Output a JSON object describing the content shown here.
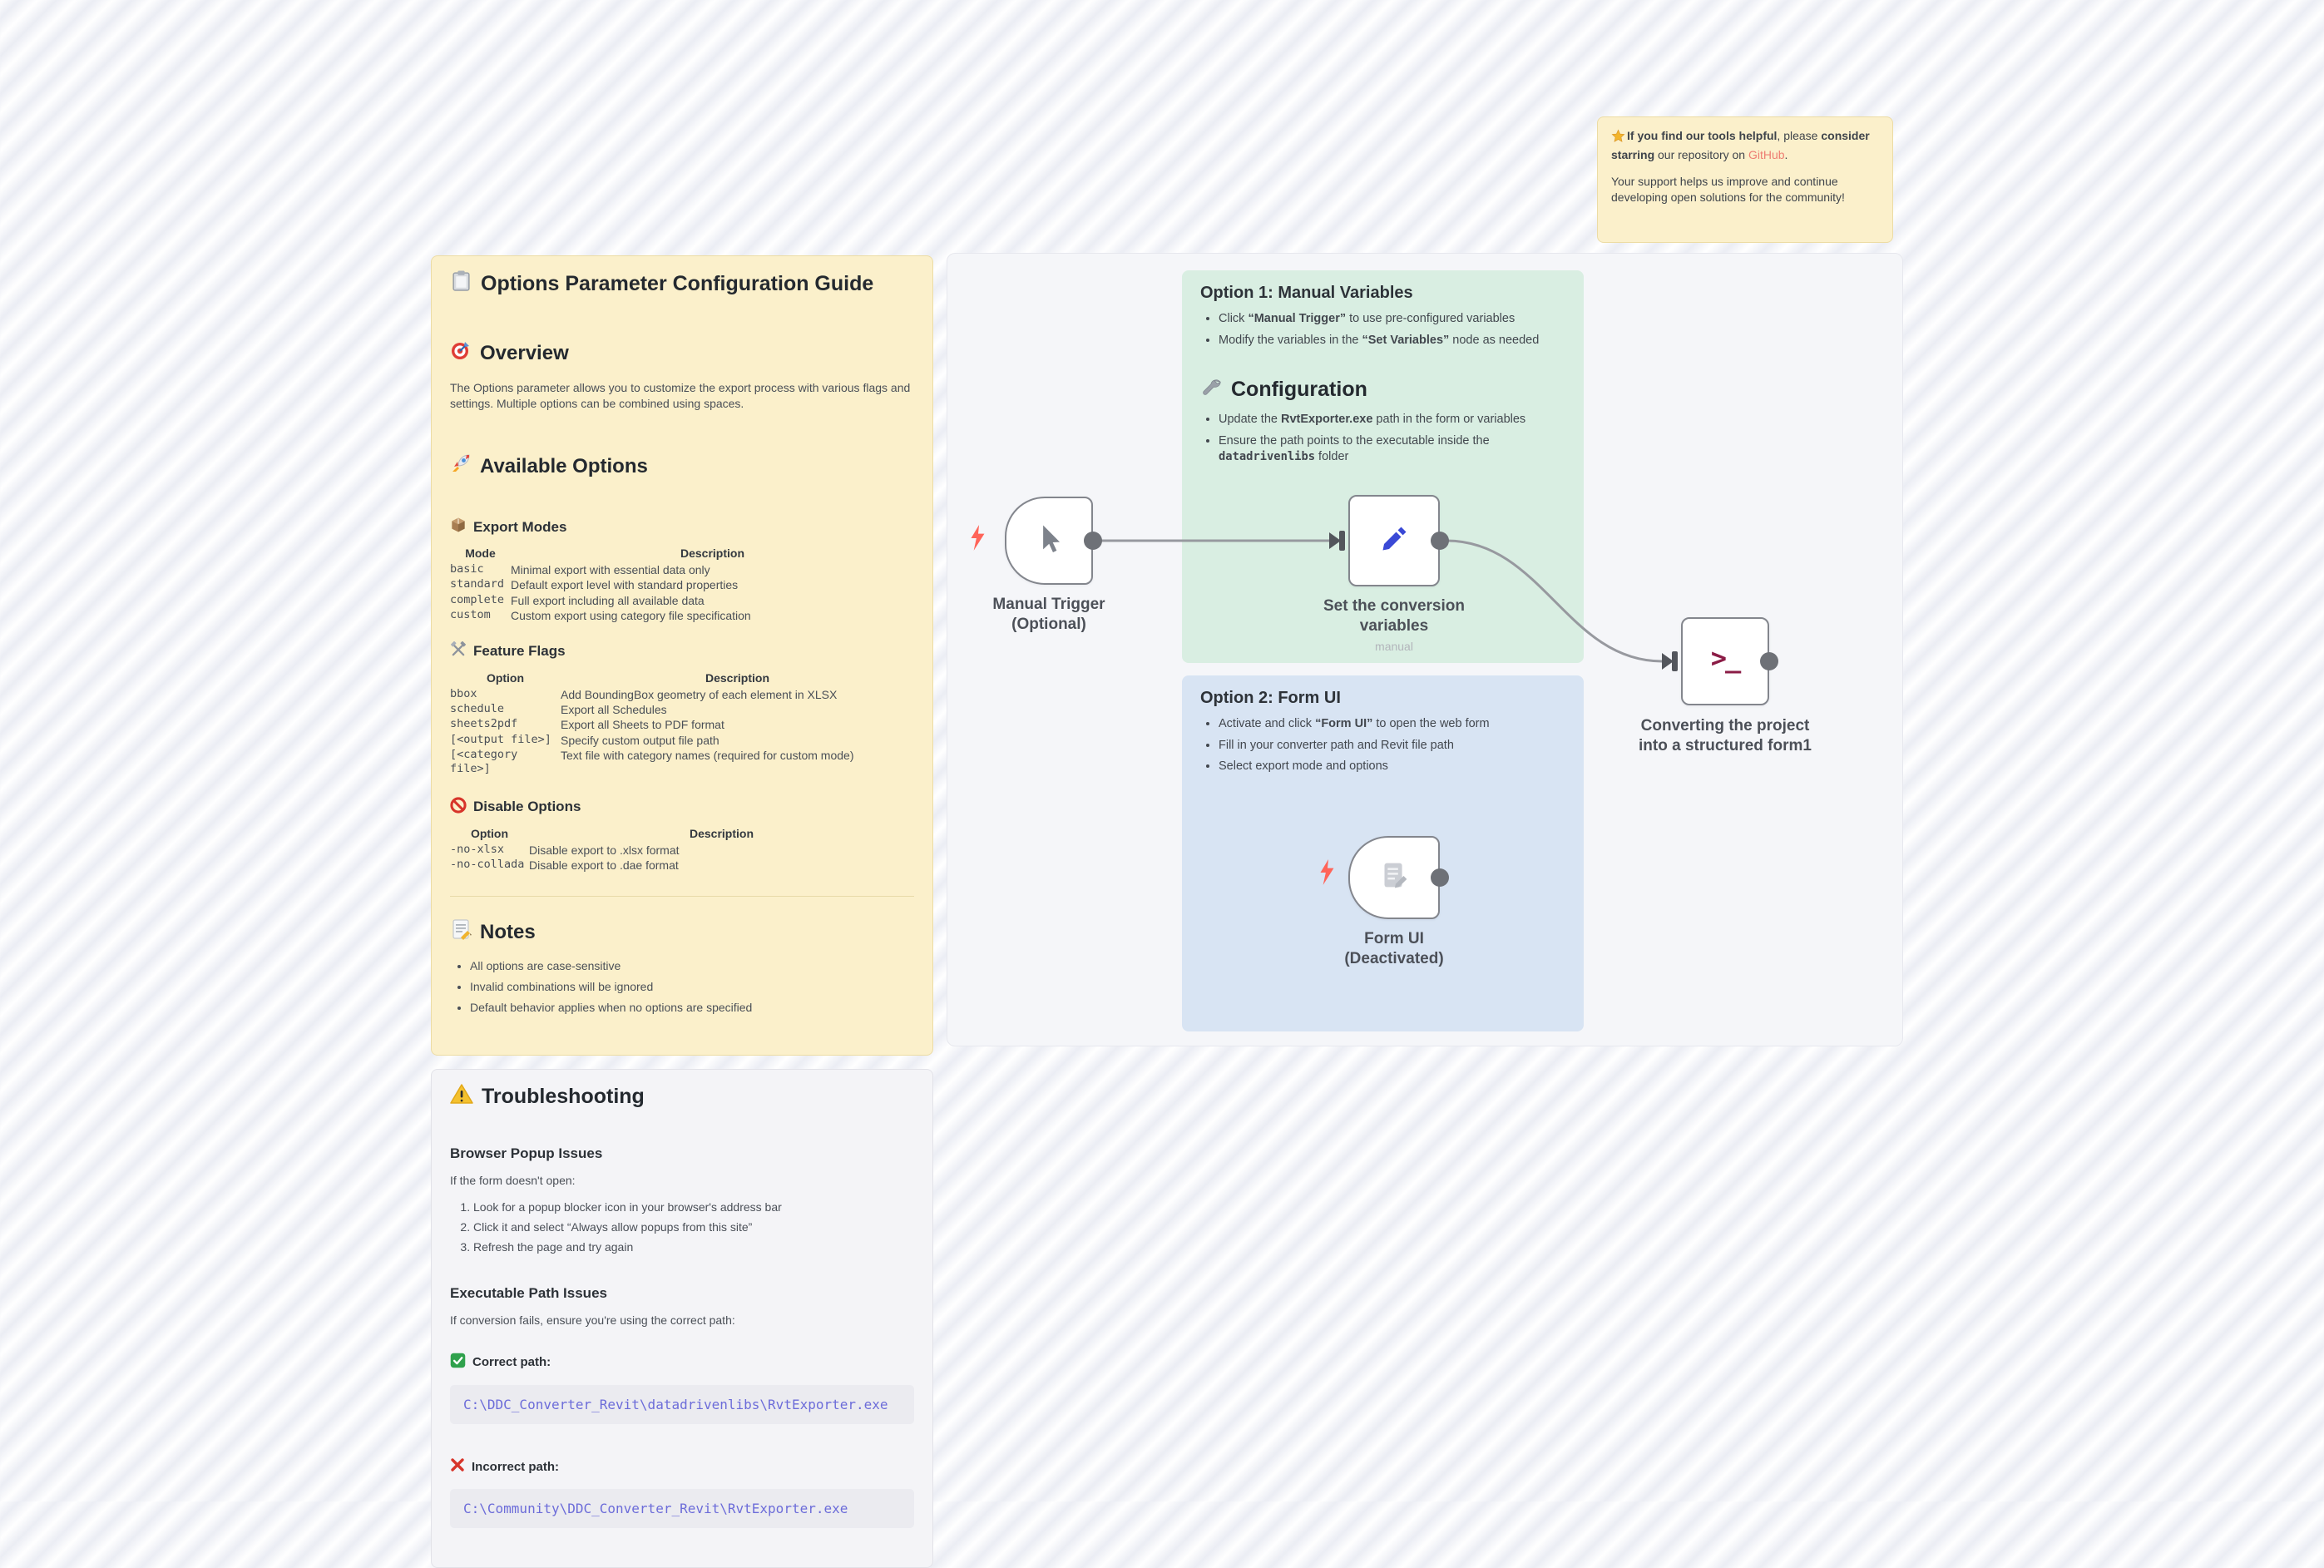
{
  "github_note": {
    "star_icon": "star-icon",
    "line1": "**If you find our tools helpful**, please **consider starring** our repository on [[GitHub]].",
    "line2": "Your support helps us improve and continue developing open solutions for the community!"
  },
  "guide_note": {
    "title": "Options Parameter Configuration Guide",
    "title_icon": "clipboard-icon",
    "overview": {
      "icon": "target-icon",
      "heading": "Overview",
      "body": "The Options parameter allows you to customize the export process with various flags and settings. Multiple options can be combined using spaces."
    },
    "available_options": {
      "icon": "rocket-icon",
      "heading": "Available Options"
    },
    "export_modes": {
      "icon": "package-icon",
      "heading": "Export Modes",
      "columns": [
        "Mode",
        "Description"
      ],
      "rows": [
        {
          "option": "basic",
          "desc": "Minimal export with essential data only"
        },
        {
          "option": "standard",
          "desc": "Default export level with standard properties"
        },
        {
          "option": "complete",
          "desc": "Full export including all available data"
        },
        {
          "option": "custom",
          "desc": "Custom export using category file specification"
        }
      ]
    },
    "feature_flags": {
      "icon": "hammer-pick-icon",
      "heading": "Feature Flags",
      "columns": [
        "Option",
        "Description"
      ],
      "rows": [
        {
          "option": "bbox",
          "desc": "Add BoundingBox geometry of each element in XLSX"
        },
        {
          "option": "schedule",
          "desc": "Export all Schedules"
        },
        {
          "option": "sheets2pdf",
          "desc": "Export all Sheets to PDF format"
        },
        {
          "option": "[<output file>]",
          "desc": "Specify custom output file path"
        },
        {
          "option": "[<category file>]",
          "desc": "Text file with category names (required for custom mode)"
        }
      ]
    },
    "disable_options": {
      "icon": "no-entry-icon",
      "heading": "Disable Options",
      "columns": [
        "Option",
        "Description"
      ],
      "rows": [
        {
          "option": "-no-xlsx",
          "desc": "Disable export to .xlsx format"
        },
        {
          "option": "-no-collada",
          "desc": "Disable export to .dae format"
        }
      ]
    },
    "notes": {
      "icon": "memo-icon",
      "heading": "Notes",
      "items": [
        "All options are case-sensitive",
        "Invalid combinations will be ignored",
        "Default behavior applies when no options are specified"
      ]
    }
  },
  "troubleshooting_note": {
    "title_icon": "warning-icon",
    "title": "Troubleshooting",
    "browser_popup": {
      "heading": "Browser Popup Issues",
      "intro": "If the form doesn't open:",
      "steps": [
        "Look for a popup blocker icon in your browser's address bar",
        "Click it and select “Always allow popups from this site”",
        "Refresh the page and try again"
      ]
    },
    "executable_path": {
      "heading": "Executable Path Issues",
      "intro": "If conversion fails, ensure you're using the correct path:",
      "correct_icon": "check-icon",
      "correct_label": "Correct path:",
      "correct_path": "C:\\DDC_Converter_Revit\\datadrivenlibs\\RvtExporter.exe",
      "incorrect_icon": "cross-icon",
      "incorrect_label": "Incorrect path:",
      "incorrect_path": "C:\\Community\\DDC_Converter_Revit\\RvtExporter.exe"
    }
  },
  "canvas": {
    "option1_note": {
      "bg": "#d9eee2",
      "title": "Option 1: Manual Variables",
      "bullets": [
        "Click **“Manual Trigger”** to use pre-configured variables",
        "Modify the variables in the **“Set Variables”** node as needed"
      ],
      "config_icon": "wrench-icon",
      "config_heading": "Configuration",
      "config_bullets": [
        "Update the **RvtExporter.exe** path in the form or variables",
        "Ensure the path points to the executable inside the `datadrivenlibs` folder"
      ]
    },
    "option2_note": {
      "bg": "#d8e4f3",
      "title": "Option 2: Form UI",
      "bullets": [
        "Activate and click **“Form UI”** to open the web form",
        "Fill in your converter path and Revit file path",
        "Select export mode and options"
      ]
    },
    "nodes": {
      "manual_trigger": {
        "icon": "cursor-icon",
        "label1": "Manual Trigger",
        "label2": "(Optional)"
      },
      "set_variables": {
        "icon": "pencil-icon",
        "label1": "Set the conversion",
        "label2": "variables",
        "subtitle": "manual"
      },
      "convert": {
        "icon": "terminal-icon",
        "glyph": ">_",
        "label1": "Converting the project",
        "label2": "into a structured form1"
      },
      "form_ui": {
        "icon": "form-icon",
        "label1": "Form UI",
        "label2": "(Deactivated)"
      }
    }
  },
  "colors": {
    "note_yellow": "#fbf0cb",
    "note_green": "#d9eee2",
    "note_blue": "#d8e4f3",
    "note_gray": "#f4f4f7",
    "canvas_bg": "#f5f6f9",
    "github_link": "#ee7e72",
    "code_text": "#6c6cd9",
    "code_bg": "#ebebf0",
    "node_border": "#83868d",
    "wire_gray": "#97999f",
    "lightning_red": "#ff6459",
    "terminal_maroon": "#8b1c46",
    "pencil_blue": "#3a49d6"
  }
}
